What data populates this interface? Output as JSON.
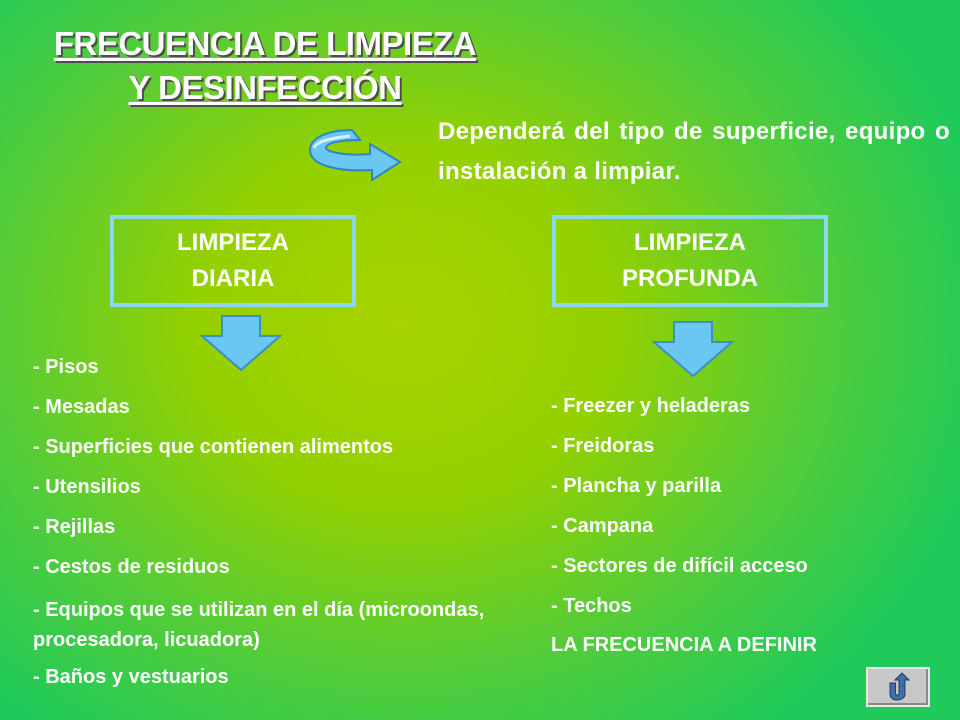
{
  "title": {
    "line1": "FRECUENCIA DE LIMPIEZA",
    "line2": "Y DESINFECCIÓN"
  },
  "intro": "Dependerá del tipo de superficie, equipo o instalación a limpiar.",
  "left": {
    "heading_line1": "LIMPIEZA",
    "heading_line2": "DIARIA",
    "items": [
      "- Pisos",
      "- Mesadas",
      "- Superficies que contienen alimentos",
      "- Utensilios",
      "- Rejillas",
      "- Cestos de residuos",
      "- Equipos que se utilizan en el día (microondas, procesadora, licuadora)",
      "- Baños y vestuarios"
    ]
  },
  "right": {
    "heading_line1": "LIMPIEZA",
    "heading_line2": "PROFUNDA",
    "items": [
      "- Freezer y heladeras",
      "- Freidoras",
      "- Plancha y parilla",
      "- Campana",
      "- Sectores de difícil acceso",
      "- Techos"
    ],
    "note": "LA FRECUENCIA A DEFINIR"
  },
  "icons": {
    "curved_arrow": "curved-arrow-icon",
    "down_arrow": "down-arrow-icon",
    "return": "return-arrow-icon"
  },
  "colors": {
    "box_border": "#8ad8f0",
    "arrow_fill": "#6cc6f2",
    "text": "#ffffff"
  }
}
